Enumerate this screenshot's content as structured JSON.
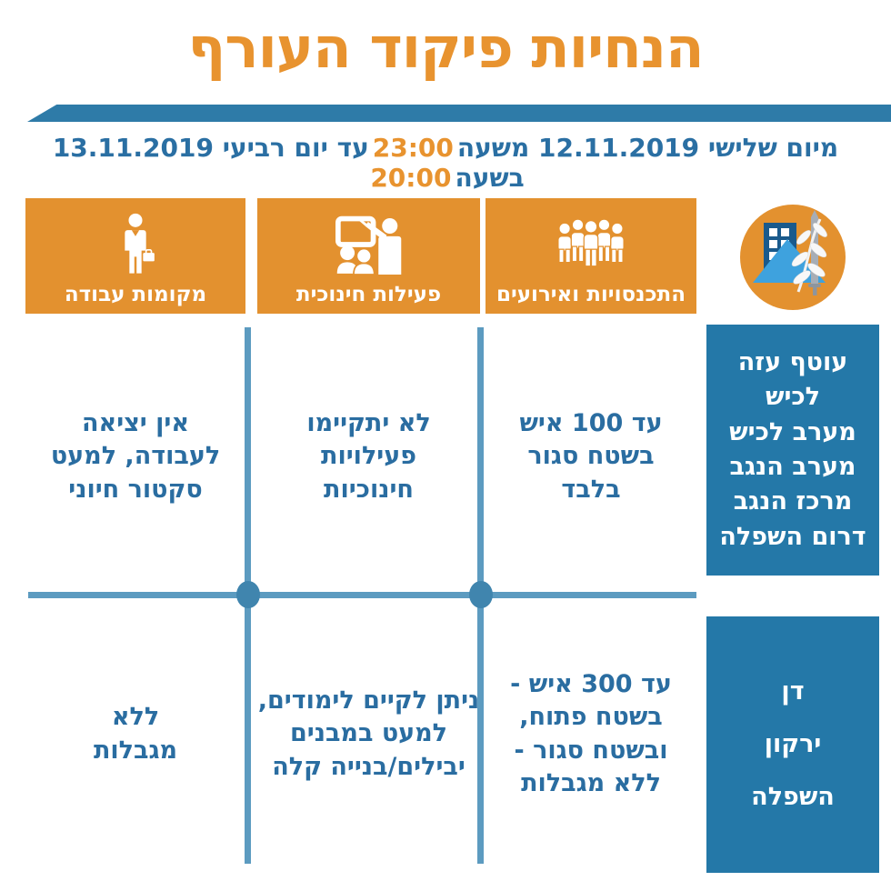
{
  "title": "הנחיות פיקוד העורף",
  "subtitle": {
    "part1": "מיום שלישי 12.11.2019 משעה",
    "time1": "23:00",
    "part2": "עד יום רביעי 13.11.2019 בשעה",
    "time2": "20:00"
  },
  "columns": [
    {
      "id": "workplaces",
      "label": "מקומות עבודה",
      "icon": "worker-briefcase-icon",
      "row1": "אין יציאה\nלעבודה, למעט\nסקטור חיוני",
      "row2": "ללא\nמגבלות"
    },
    {
      "id": "education",
      "label": "פעילות חינוכית",
      "icon": "classroom-teacher-icon",
      "row1": "לא יתקיימו\nפעילויות\nחינוכיות",
      "row2": "ניתן לקיים לימודים,\nלמעט במבנים\nיבילים/בנייה קלה"
    },
    {
      "id": "gatherings",
      "label": "התכנסויות ואירועים",
      "icon": "crowd-icon",
      "row1": "עד 100 איש\nבשטח סגור\nבלבד",
      "row2": "עד 300 איש -\nבשטח פתוח,\nובשטח סגור -\nללא מגבלות"
    }
  ],
  "regions": [
    {
      "id": "south",
      "text": "עוטף עזה\nלכיש\nמערב לכיש\nמערב הנגב\nמרכז הנגב\nדרום השפלה"
    },
    {
      "id": "center",
      "text": "דן\nירקון\nהשפלה"
    }
  ],
  "logo": {
    "icon": "home-front-command-emblem"
  },
  "colors": {
    "title_orange": "#E8932F",
    "header_orange": "#E3912F",
    "cell_text_blue": "#2A6DA1",
    "region_box_blue": "#2478A8",
    "bar_blue": "#2E7BA8",
    "grid_line_blue": "#5C9BC0",
    "grid_node_blue": "#4085AE",
    "white": "#FFFFFF"
  }
}
